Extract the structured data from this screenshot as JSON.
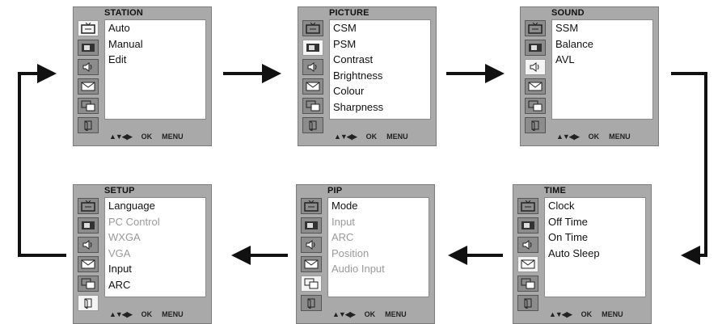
{
  "panels": [
    {
      "title": "STATION",
      "selected_icon": 0,
      "items": [
        {
          "label": "Auto",
          "dim": false
        },
        {
          "label": "Manual",
          "dim": false
        },
        {
          "label": "Edit",
          "dim": false
        }
      ]
    },
    {
      "title": "PICTURE",
      "selected_icon": 1,
      "items": [
        {
          "label": "CSM",
          "dim": false
        },
        {
          "label": "PSM",
          "dim": false
        },
        {
          "label": "Contrast",
          "dim": false
        },
        {
          "label": "Brightness",
          "dim": false
        },
        {
          "label": "Colour",
          "dim": false
        },
        {
          "label": "Sharpness",
          "dim": false
        }
      ]
    },
    {
      "title": "SOUND",
      "selected_icon": 2,
      "items": [
        {
          "label": "SSM",
          "dim": false
        },
        {
          "label": "Balance",
          "dim": false
        },
        {
          "label": "AVL",
          "dim": false
        }
      ]
    },
    {
      "title": "TIME",
      "selected_icon": 3,
      "items": [
        {
          "label": "Clock",
          "dim": false
        },
        {
          "label": "Off Time",
          "dim": false
        },
        {
          "label": "On Time",
          "dim": false
        },
        {
          "label": "Auto Sleep",
          "dim": false
        }
      ]
    },
    {
      "title": "PIP",
      "selected_icon": 4,
      "items": [
        {
          "label": "Mode",
          "dim": false
        },
        {
          "label": "Input",
          "dim": true
        },
        {
          "label": "ARC",
          "dim": true
        },
        {
          "label": "Position",
          "dim": true
        },
        {
          "label": "Audio Input",
          "dim": true
        }
      ]
    },
    {
      "title": "SETUP",
      "selected_icon": 5,
      "items": [
        {
          "label": "Language",
          "dim": false
        },
        {
          "label": "PC Control",
          "dim": true
        },
        {
          "label": "WXGA",
          "dim": true
        },
        {
          "label": "VGA",
          "dim": true
        },
        {
          "label": "Input",
          "dim": false
        },
        {
          "label": "ARC",
          "dim": false
        }
      ]
    }
  ],
  "footer": {
    "nav": "▲▼◀▶",
    "ok": "OK",
    "menu": "MENU"
  },
  "icon_names": [
    "tv-station-icon",
    "picture-icon",
    "speaker-icon",
    "clock-envelope-icon",
    "pip-icon",
    "setup-icon"
  ],
  "colors": {
    "panel": "#a9a9a9",
    "menu_bg": "#ffffff",
    "dim_text": "#9a9a9a",
    "arrow": "#111111"
  }
}
